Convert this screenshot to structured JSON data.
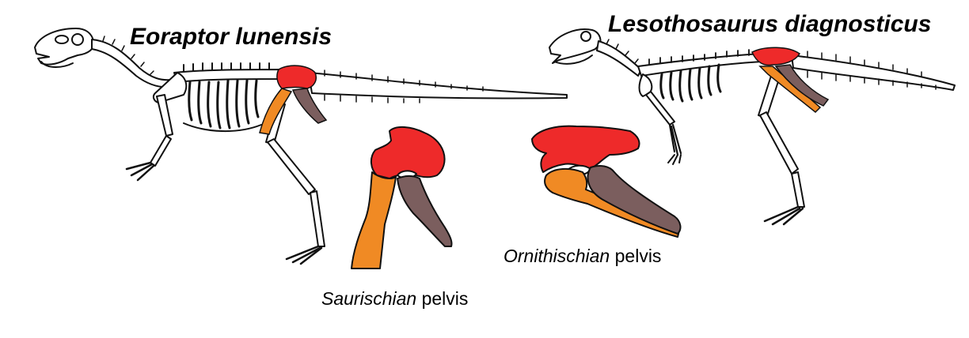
{
  "labels": {
    "eoraptor": "Eoraptor lunensis",
    "lesothosaurus": "Lesothosaurus diagnosticus",
    "saurischian_italic": "Saurischian",
    "saurischian_rest": " pelvis",
    "ornithischian_italic": "Ornithischian",
    "ornithischian_rest": " pelvis"
  },
  "colors": {
    "ilium": "#EE2A2A",
    "pubis": "#F08A24",
    "ischium": "#7B5E5E",
    "outline": "#111111",
    "bone_fill": "#ffffff"
  },
  "bones": {
    "ilium": "ilium",
    "pubis": "pubis",
    "ischium": "ischium"
  }
}
